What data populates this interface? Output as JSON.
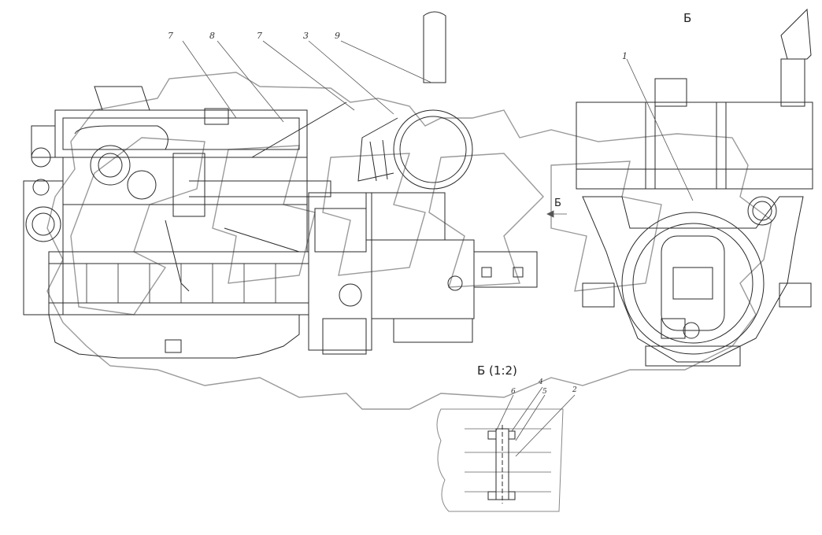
{
  "drawing": {
    "callouts": {
      "c7a": "7",
      "c8": "8",
      "c7b": "7",
      "c3": "3",
      "c9": "9",
      "c1": "1",
      "c6": "6",
      "c4": "4",
      "c5": "5",
      "c2": "2"
    },
    "view_top": "Б",
    "view_arrow": "Б",
    "detail_title": "Б (1:2)"
  },
  "colors": {
    "line": "#2a2a2a",
    "watermark": "#9a9a9a",
    "leader": "#555555"
  }
}
